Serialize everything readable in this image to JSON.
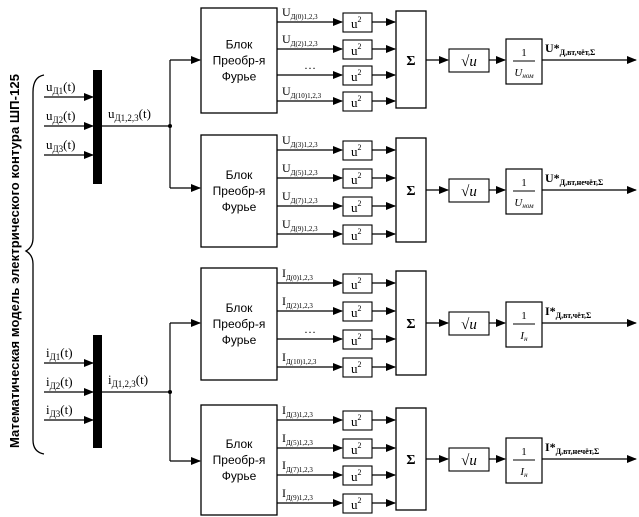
{
  "title": "Математическая модель электрического контура ШП-125",
  "colors": {
    "line": "#000000",
    "background": "#ffffff"
  },
  "voltage_group": {
    "inputs": [
      "u",
      "u",
      "u"
    ],
    "input_subscripts": [
      "Д1",
      "Д2",
      "Д3"
    ],
    "input_suffix": "(t)",
    "bus_label": "u",
    "bus_subscript": "Д1,2,3",
    "bus_suffix": "(t)",
    "branches": [
      {
        "fourier_block": [
          "Блок",
          "Преобр-я",
          "Фурье"
        ],
        "harmonics": [
          {
            "base": "U",
            "sub": "Д(0)1,2,3"
          },
          {
            "base": "U",
            "sub": "Д(2)1,2,3"
          },
          {
            "base": "…",
            "sub": ""
          },
          {
            "base": "U",
            "sub": "Д(10)1,2,3"
          }
        ],
        "square_block": "u",
        "square_exp": "2",
        "sum_symbol": "Σ",
        "sqrt_block": "√u",
        "gain_num": "1",
        "gain_den": "U",
        "gain_den_sub": "ном",
        "output_base": "U*",
        "output_sub": "Д,вт,чёт,Σ"
      },
      {
        "fourier_block": [
          "Блок",
          "Преобр-я",
          "Фурье"
        ],
        "harmonics": [
          {
            "base": "U",
            "sub": "Д(3)1,2,3"
          },
          {
            "base": "U",
            "sub": "Д(5)1,2,3"
          },
          {
            "base": "U",
            "sub": "Д(7)1,2,3"
          },
          {
            "base": "U",
            "sub": "Д(9)1,2,3"
          }
        ],
        "square_block": "u",
        "square_exp": "2",
        "sum_symbol": "Σ",
        "sqrt_block": "√u",
        "gain_num": "1",
        "gain_den": "U",
        "gain_den_sub": "ном",
        "output_base": "U*",
        "output_sub": "Д,вт,нечёт,Σ"
      }
    ]
  },
  "current_group": {
    "inputs": [
      "i",
      "i",
      "i"
    ],
    "input_subscripts": [
      "Д1",
      "Д2",
      "Д3"
    ],
    "input_suffix": "(t)",
    "bus_label": "i",
    "bus_subscript": "Д1,2,3",
    "bus_suffix": "(t)",
    "branches": [
      {
        "fourier_block": [
          "Блок",
          "Преобр-я",
          "Фурье"
        ],
        "harmonics": [
          {
            "base": "I",
            "sub": "Д(0)1,2,3"
          },
          {
            "base": "I",
            "sub": "Д(2)1,2,3"
          },
          {
            "base": "…",
            "sub": ""
          },
          {
            "base": "I",
            "sub": "Д(10)1,2,3"
          }
        ],
        "square_block": "u",
        "square_exp": "2",
        "sum_symbol": "Σ",
        "sqrt_block": "√u",
        "gain_num": "1",
        "gain_den": "I",
        "gain_den_sub": "н",
        "output_base": "I*",
        "output_sub": "Д,вт,чёт,Σ"
      },
      {
        "fourier_block": [
          "Блок",
          "Преобр-я",
          "Фурье"
        ],
        "harmonics": [
          {
            "base": "I",
            "sub": "Д(3)1,2,3"
          },
          {
            "base": "I",
            "sub": "Д(5)1,2,3"
          },
          {
            "base": "I",
            "sub": "Д(7)1,2,3"
          },
          {
            "base": "I",
            "sub": "Д(9)1,2,3"
          }
        ],
        "square_block": "u",
        "square_exp": "2",
        "sum_symbol": "Σ",
        "sqrt_block": "√u",
        "gain_num": "1",
        "gain_den": "I",
        "gain_den_sub": "н",
        "output_base": "I*",
        "output_sub": "Д,вт,нечёт,Σ"
      }
    ]
  }
}
